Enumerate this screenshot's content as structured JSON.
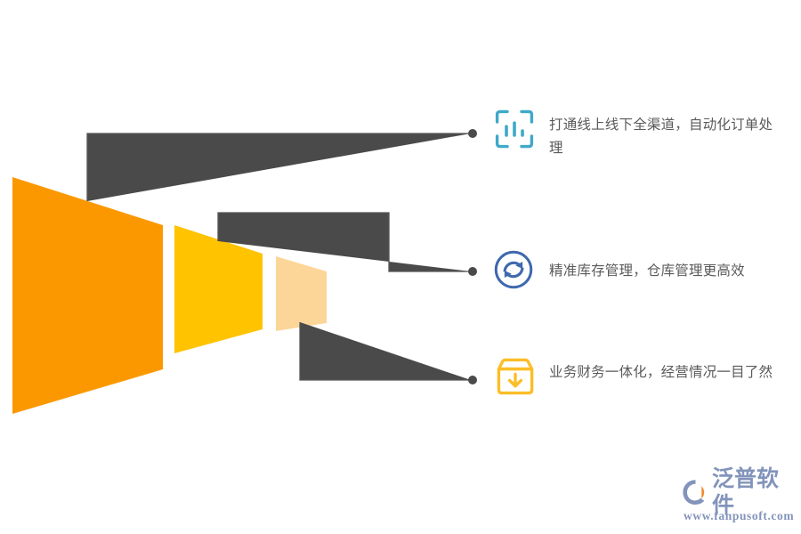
{
  "palette": {
    "funnel_stage_1": "#FB9800",
    "funnel_stage_2": "#FFC300",
    "funnel_stage_3": "#FCD699",
    "connector_line": "#555555",
    "connector_dot": "#4a4a4a",
    "icon_1": "#3FA9C9",
    "icon_2": "#3F69AE",
    "icon_3": "#FBBE28",
    "text": "#5a5a5a",
    "logo_blue": "#8394bb",
    "logo_orange": "#F08C2E",
    "background": "#FFFFFF"
  },
  "funnel": {
    "stages": [
      {
        "name": "stage-1-orange",
        "color": "#FB9800"
      },
      {
        "name": "stage-2-yellow",
        "color": "#FFC300"
      },
      {
        "name": "stage-3-peach",
        "color": "#FCD699"
      }
    ]
  },
  "features": [
    {
      "icon": "bar-chart-frame-icon",
      "icon_color": "#3FA9C9",
      "text": "打通线上线下全渠道，自动化订单处理"
    },
    {
      "icon": "refresh-circle-icon",
      "icon_color": "#3F69AE",
      "text": "精准库存管理，仓库管理更高效"
    },
    {
      "icon": "box-download-icon",
      "icon_color": "#FBBE28",
      "text": "业务财务一体化，经营情况一目了然"
    }
  ],
  "logo": {
    "mark": "fanpu-logo-mark",
    "name": "泛普软件",
    "url": "www.fanpusoft.com"
  }
}
